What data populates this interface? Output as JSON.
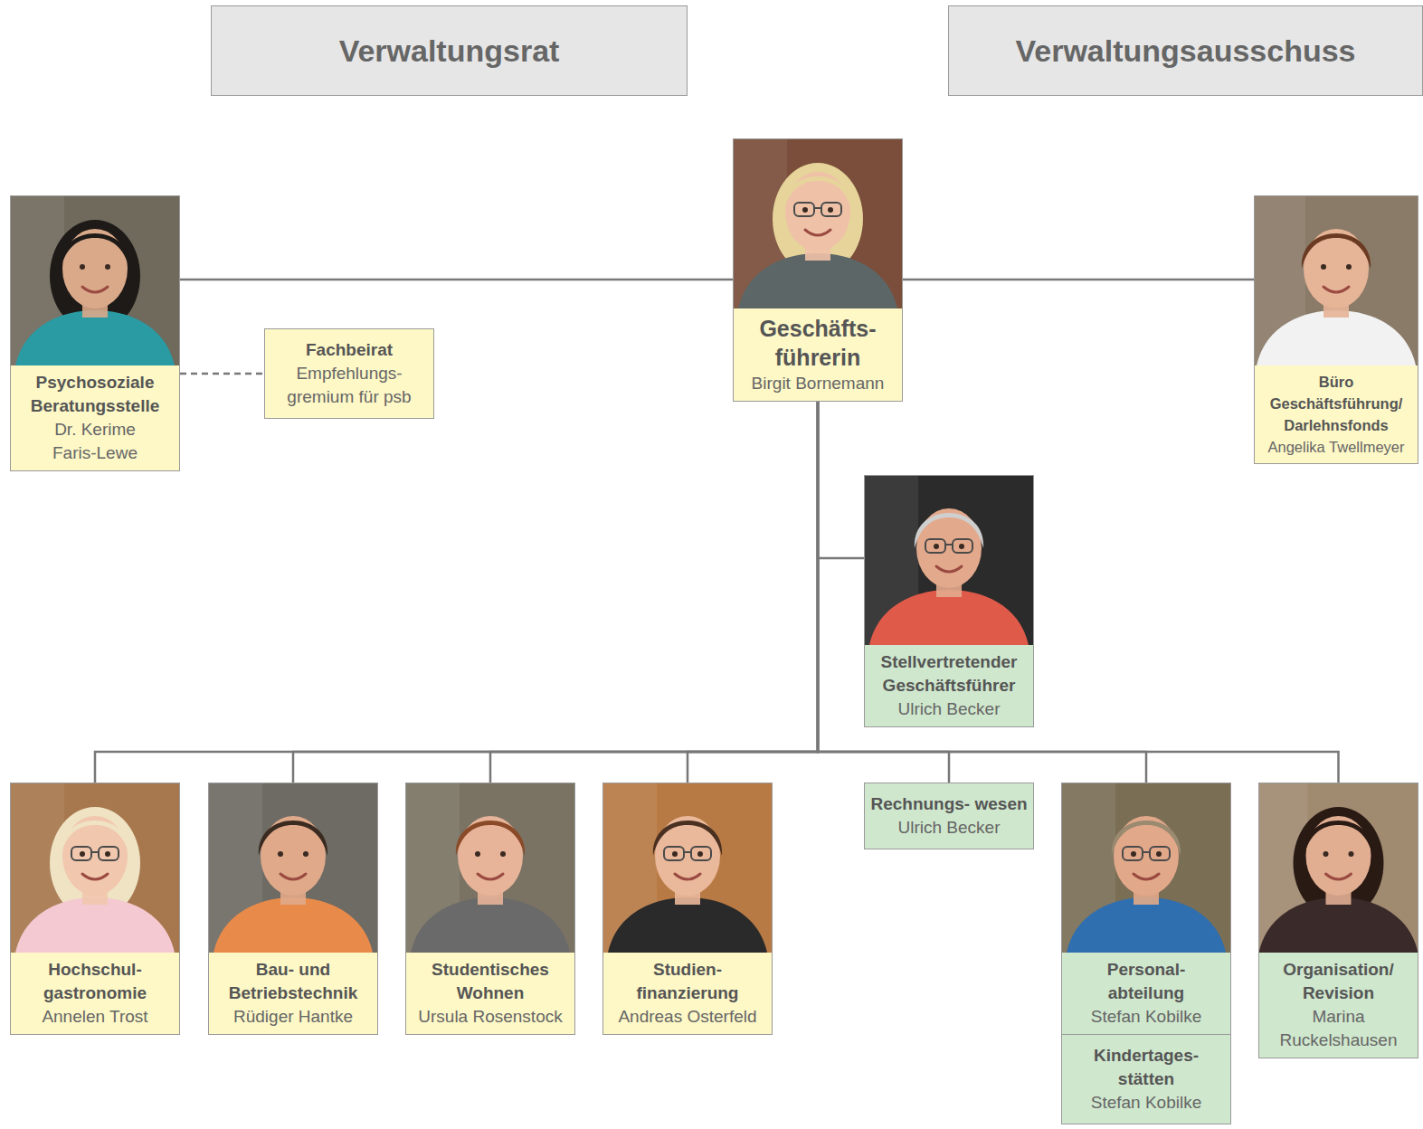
{
  "diagram": {
    "nodes": [
      {
        "text": [
          "Verwaltungsrat"
        ]
      },
      {
        "text": [
          "Verwaltungsausschuss"
        ]
      },
      {
        "text": [
          "Psychosoziale Beratungsstelle",
          "Dr. Kerime Faris-Lewe"
        ]
      },
      {
        "text": [
          "Fachbeirat",
          "Empfehlungs- gremium für psb"
        ]
      },
      {
        "text": [
          "Geschäfts- führerin",
          "Birgit Bornemann"
        ]
      },
      {
        "text": [
          "Büro Geschäftsführung/ Darlehnsfonds",
          "Angelika Twellmeyer"
        ]
      },
      {
        "text": [
          "Stellvertretender Geschäftsführer",
          "Ulrich Becker"
        ]
      },
      {
        "text": [
          "Hochschul- gastronomie",
          "Annelen Trost"
        ]
      },
      {
        "text": [
          "Bau- und Betriebstechnik",
          "Rüdiger Hantke"
        ]
      },
      {
        "text": [
          "Studentisches Wohnen",
          "Ursula Rosenstock"
        ]
      },
      {
        "text": [
          "Studien- finanzierung",
          "Andreas Osterfeld"
        ]
      },
      {
        "text": [
          "Rechnungs- wesen",
          "Ulrich Becker"
        ]
      },
      {
        "text": [
          "Personal- abteilung",
          "Stefan Kobilke"
        ]
      },
      {
        "text": [
          "Kindertages- stätten",
          "Stefan Kobilke"
        ]
      },
      {
        "text": [
          "Organisation/ Revision",
          "Marina Ruckelshausen"
        ]
      }
    ],
    "edges": [
      {
        "from": 4,
        "to": 2,
        "arrow": "none"
      },
      {
        "from": 4,
        "to": 5,
        "arrow": "none"
      },
      {
        "from": 2,
        "to": 3,
        "arrow": "none"
      },
      {
        "from": 4,
        "to": 6,
        "arrow": "none"
      },
      {
        "from": 4,
        "to": 7,
        "arrow": "none"
      },
      {
        "from": 4,
        "to": 8,
        "arrow": "none"
      },
      {
        "from": 4,
        "to": 9,
        "arrow": "none"
      },
      {
        "from": 4,
        "to": 10,
        "arrow": "none"
      },
      {
        "from": 4,
        "to": 11,
        "arrow": "none"
      },
      {
        "from": 4,
        "to": 12,
        "arrow": "none"
      },
      {
        "from": 4,
        "to": 14,
        "arrow": "none"
      }
    ]
  }
}
